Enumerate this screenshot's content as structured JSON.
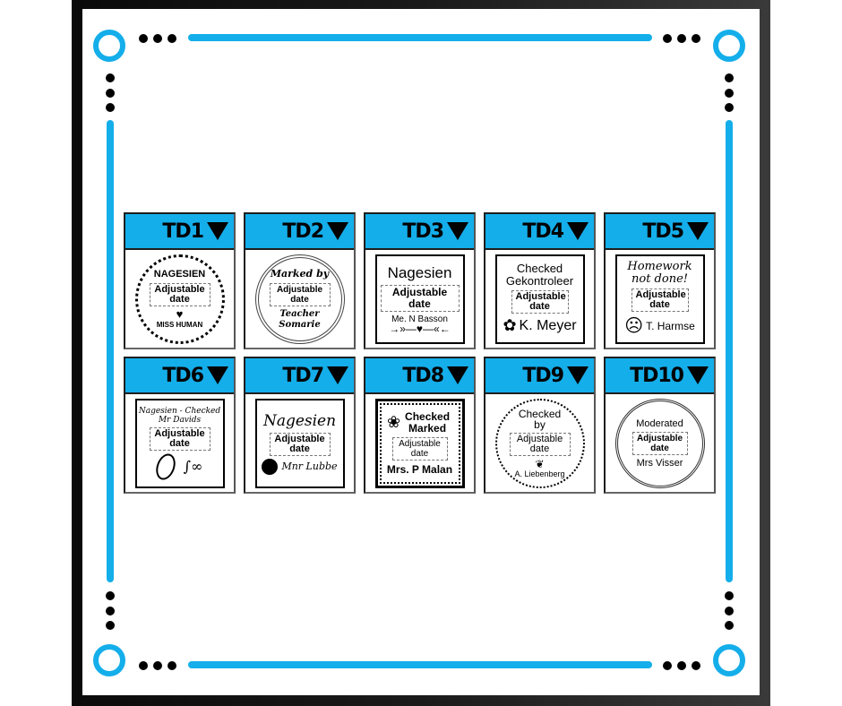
{
  "frame": {
    "accent_color": "#14aeea",
    "dot_color": "#000000",
    "border_color": "#111111"
  },
  "stamps": [
    {
      "id": "TD1",
      "title": "TD1",
      "shape": "circle-hearts",
      "top_text": "NAGESIEN",
      "date_label": "Adjustable date",
      "bottom_text": "MISS HUMAN",
      "icon": "heart-icon"
    },
    {
      "id": "TD2",
      "title": "TD2",
      "shape": "circle-leaf-wreath",
      "top_text": "Marked by",
      "date_label": "Adjustable date",
      "bottom_text": "Teacher Somarie",
      "icon": "leaf-wreath-icon"
    },
    {
      "id": "TD3",
      "title": "TD3",
      "shape": "square",
      "top_text": "Nagesien",
      "date_label": "Adjustable date",
      "bottom_text": "Me. N Basson",
      "icon": "arrows-heart-icon"
    },
    {
      "id": "TD4",
      "title": "TD4",
      "shape": "square",
      "top_text": "Checked Gekontroleer",
      "date_label": "Adjustable date",
      "bottom_text": "K. Meyer",
      "icon": "smiley-flower-icon"
    },
    {
      "id": "TD5",
      "title": "TD5",
      "shape": "square",
      "top_text": "Homework not done!",
      "date_label": "Adjustable date",
      "bottom_text": "T. Harmse",
      "icon": "sad-face-icon"
    },
    {
      "id": "TD6",
      "title": "TD6",
      "shape": "square",
      "top_text": "Nagesien - Checked",
      "subtitle": "Mr Davids",
      "date_label": "Adjustable date",
      "bottom_text": "",
      "icon": "rugby-ball-icon"
    },
    {
      "id": "TD7",
      "title": "TD7",
      "shape": "square",
      "top_text": "Nagesien",
      "date_label": "Adjustable date",
      "bottom_text": "Mnr Lubbe",
      "icon": "apple-icon"
    },
    {
      "id": "TD8",
      "title": "TD8",
      "shape": "square-dotted",
      "top_text": "Checked Marked",
      "date_label": "Adjustable date",
      "bottom_text": "Mrs. P Malan",
      "icon": "flower-icon"
    },
    {
      "id": "TD9",
      "title": "TD9",
      "shape": "circle-dotted",
      "top_text": "Checked by",
      "date_label": "Adjustable date",
      "bottom_text": "A. Liebenberg",
      "icon": "butterfly-icon"
    },
    {
      "id": "TD10",
      "title": "TD10",
      "shape": "circle-vine-wreath",
      "top_text": "Moderated",
      "date_label": "Adjustable date",
      "bottom_text": "Mrs Visser",
      "icon": "vine-wreath-icon"
    }
  ]
}
